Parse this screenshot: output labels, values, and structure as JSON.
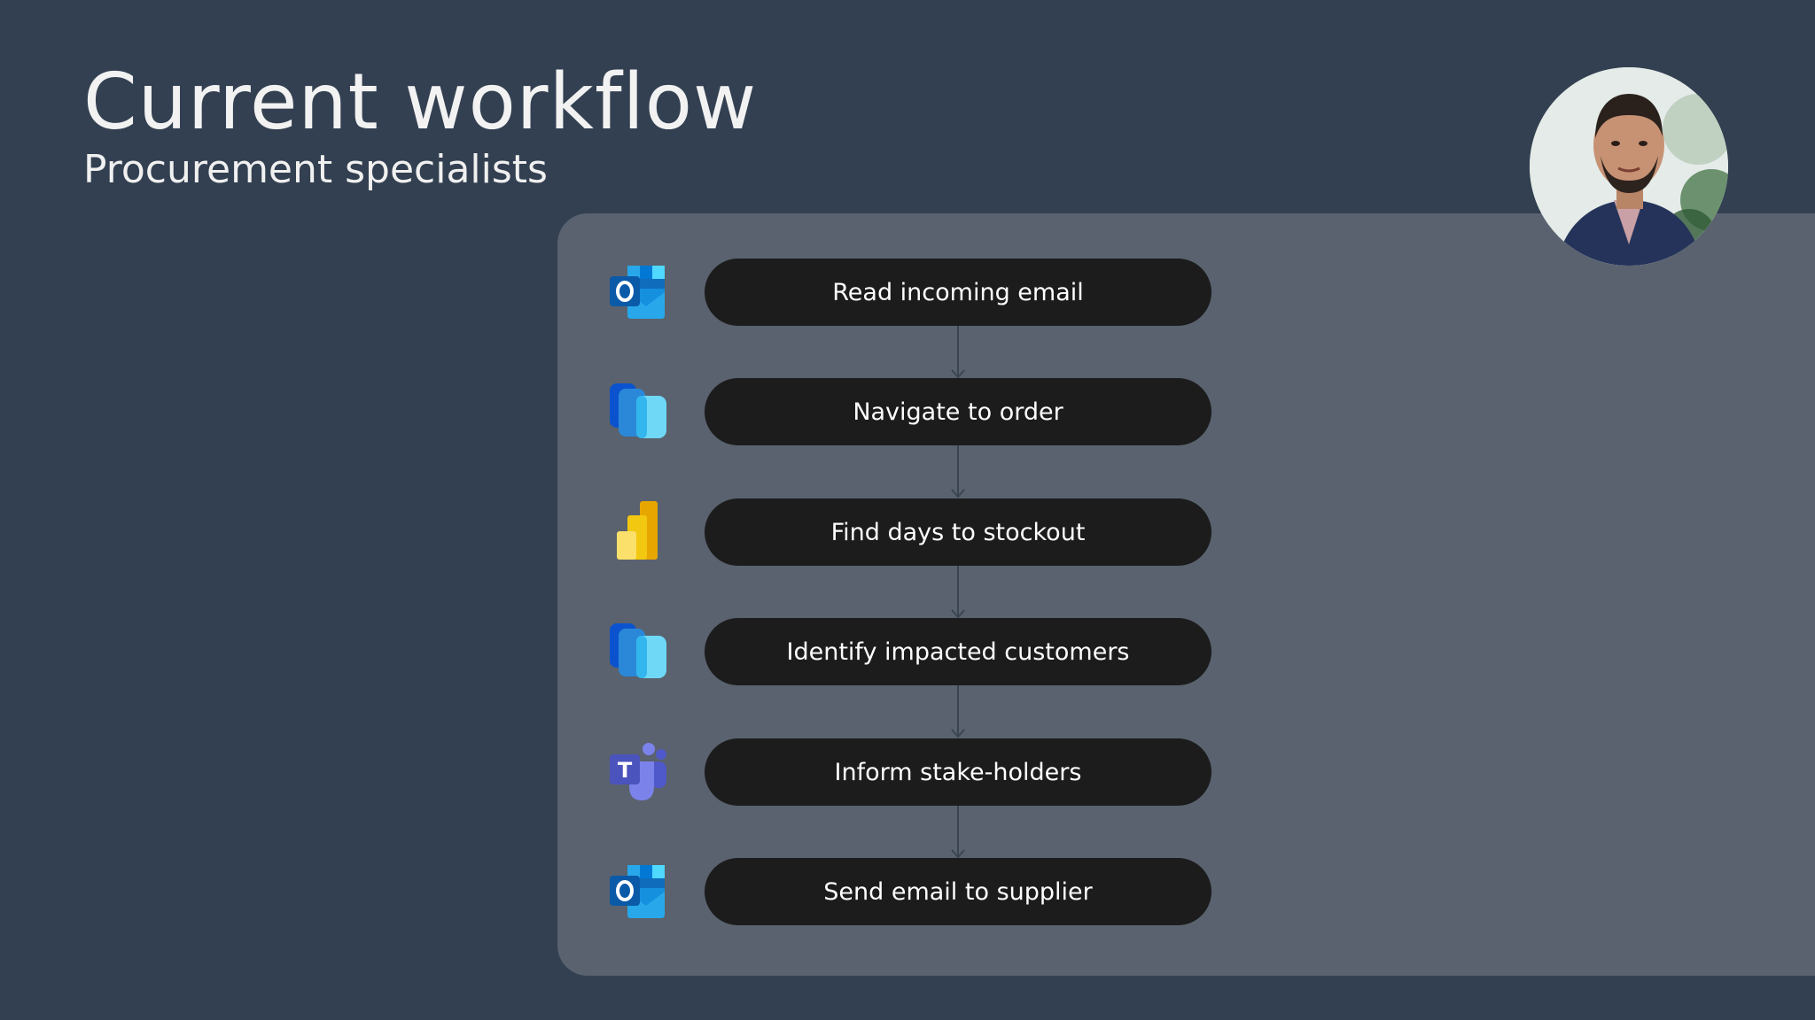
{
  "slide": {
    "title": "Current workflow",
    "subtitle": "Procurement specialists"
  },
  "workflow": {
    "steps": [
      {
        "label": "Read incoming email",
        "app_icon": "outlook-icon"
      },
      {
        "label": "Navigate to order",
        "app_icon": "dynamics-icon"
      },
      {
        "label": "Find days to stockout",
        "app_icon": "power-bi-icon"
      },
      {
        "label": "Identify impacted customers",
        "app_icon": "dynamics-icon"
      },
      {
        "label": "Inform stake-holders",
        "app_icon": "teams-icon"
      },
      {
        "label": "Send email to supplier",
        "app_icon": "outlook-icon"
      }
    ]
  },
  "colors": {
    "background": "#334051",
    "panel": "#59626e",
    "step_pill": "#1c1c1c",
    "connector": "#3a4452"
  }
}
